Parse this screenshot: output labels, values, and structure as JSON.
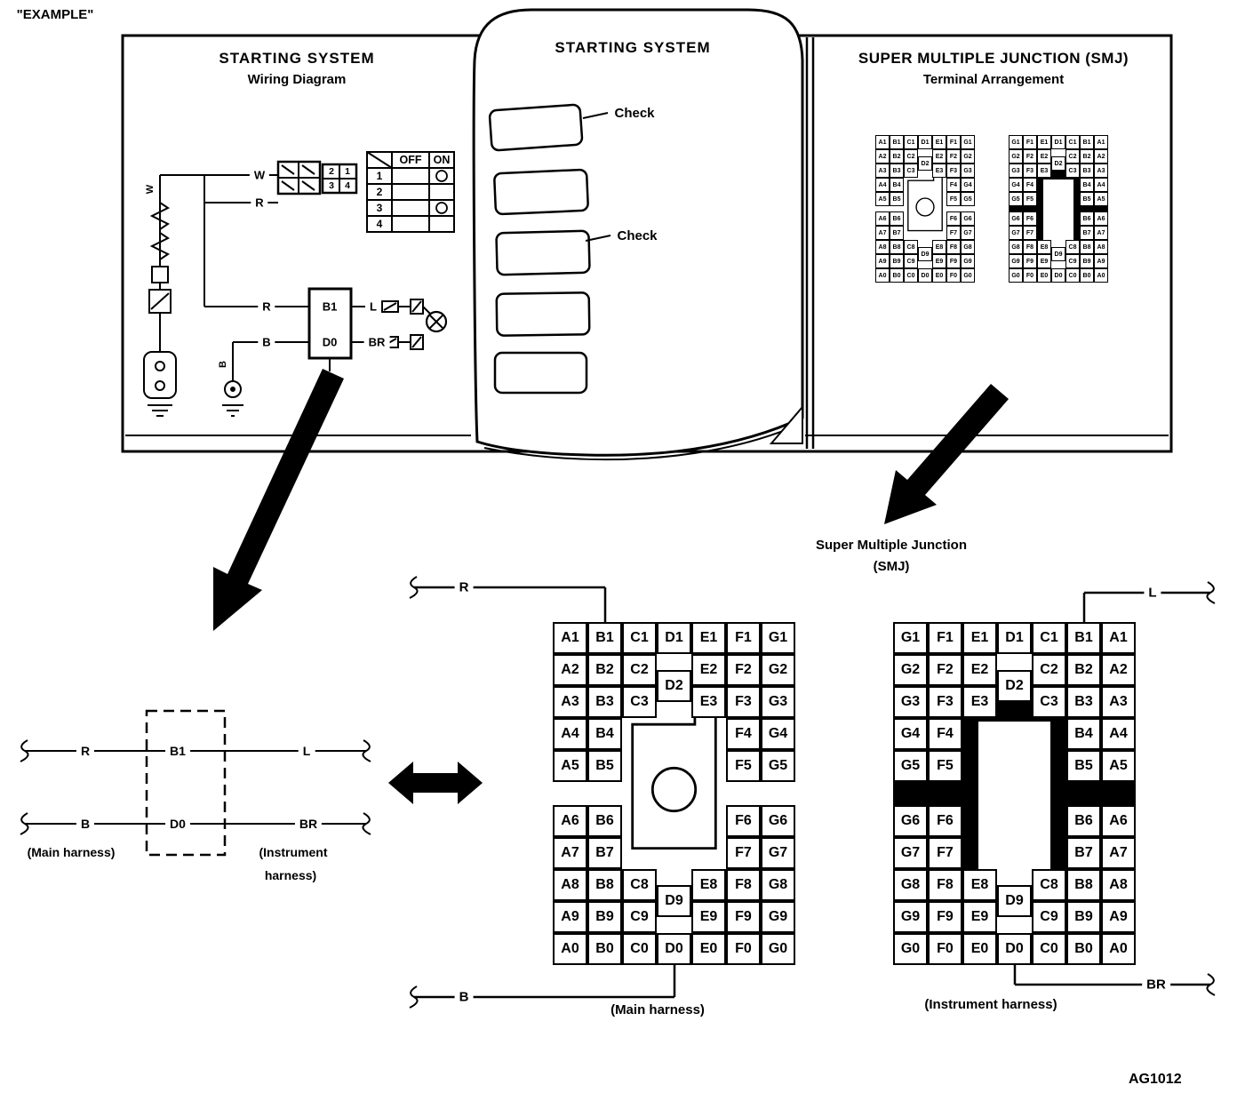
{
  "example_label": "\"EXAMPLE\"",
  "figure_id": "AG1012",
  "book": {
    "left_page": {
      "title": "STARTING SYSTEM",
      "subtitle": "Wiring Diagram",
      "wire_w": "W",
      "wire_r": "R",
      "wire_r2": "R",
      "wire_b": "B",
      "wire_w_side": "W",
      "wire_b_side": "B",
      "term_b1": "B1",
      "term_d0": "D0",
      "wire_l": "L",
      "wire_br": "BR",
      "connector_grid": {
        "c1": "2",
        "c2": "1",
        "c3": "3",
        "c4": "4"
      },
      "switch_table": {
        "col_off": "OFF",
        "col_on": "ON",
        "rows": [
          "1",
          "2",
          "3",
          "4"
        ]
      }
    },
    "middle_page": {
      "title": "STARTING SYSTEM",
      "check1": "Check",
      "check2": "Check"
    },
    "right_page": {
      "title": "SUPER MULTIPLE JUNCTION (SMJ)",
      "subtitle": "Terminal Arrangement"
    }
  },
  "smj_callout": {
    "line1": "Super Multiple Junction",
    "line2": "(SMJ)"
  },
  "schematic": {
    "wire_r": "R",
    "wire_b": "B",
    "wire_l": "L",
    "wire_br": "BR",
    "term_b1": "B1",
    "term_d0": "D0",
    "caption_main": "(Main harness)",
    "caption_instrument_line1": "(Instrument",
    "caption_instrument_line2": "harness)"
  },
  "wires": {
    "main_top": "R",
    "main_bottom": "B",
    "instrument_top": "L",
    "instrument_bottom": "BR"
  },
  "captions": {
    "main": "(Main harness)",
    "instrument": "(Instrument harness)"
  },
  "grids": {
    "main": {
      "style": "main",
      "rows": [
        [
          "A1",
          "B1",
          "C1",
          "D1",
          "E1",
          "F1",
          "G1"
        ],
        [
          "A2",
          "B2",
          "C2",
          null,
          "E2",
          "F2",
          "G2"
        ],
        [
          "A3",
          "B3",
          "C3",
          null,
          "E3",
          "F3",
          "G3"
        ],
        [
          "A4",
          "B4",
          null,
          null,
          null,
          "F4",
          "G4"
        ],
        [
          "A5",
          "B5",
          null,
          null,
          null,
          "F5",
          "G5"
        ],
        [
          "A6",
          "B6",
          null,
          null,
          null,
          "F6",
          "G6"
        ],
        [
          "A7",
          "B7",
          null,
          null,
          null,
          "F7",
          "G7"
        ],
        [
          "A8",
          "B8",
          "C8",
          null,
          "E8",
          "F8",
          "G8"
        ],
        [
          "A9",
          "B9",
          "C9",
          null,
          "E9",
          "F9",
          "G9"
        ],
        [
          "A0",
          "B0",
          "C0",
          "D0",
          "E0",
          "F0",
          "G0"
        ]
      ],
      "specials": [
        {
          "label": "D2",
          "col": 3,
          "afterRow": 1
        },
        {
          "label": "D9",
          "col": 3,
          "afterRow": 7
        }
      ]
    },
    "instrument": {
      "style": "instrument",
      "rows": [
        [
          "G1",
          "F1",
          "E1",
          "D1",
          "C1",
          "B1",
          "A1"
        ],
        [
          "G2",
          "F2",
          "E2",
          null,
          "C2",
          "B2",
          "A2"
        ],
        [
          "G3",
          "F3",
          "E3",
          null,
          "C3",
          "B3",
          "A3"
        ],
        [
          "G4",
          "F4",
          null,
          null,
          null,
          "B4",
          "A4"
        ],
        [
          "G5",
          "F5",
          null,
          null,
          null,
          "B5",
          "A5"
        ],
        [
          "G6",
          "F6",
          null,
          null,
          null,
          "B6",
          "A6"
        ],
        [
          "G7",
          "F7",
          null,
          null,
          null,
          "B7",
          "A7"
        ],
        [
          "G8",
          "F8",
          "E8",
          null,
          "C8",
          "B8",
          "A8"
        ],
        [
          "G9",
          "F9",
          "E9",
          null,
          "C9",
          "B9",
          "A9"
        ],
        [
          "G0",
          "F0",
          "E0",
          "D0",
          "C0",
          "B0",
          "A0"
        ]
      ],
      "specials": [
        {
          "label": "D2",
          "col": 3,
          "afterRow": 1
        },
        {
          "label": "D9",
          "col": 3,
          "afterRow": 7
        }
      ]
    }
  }
}
